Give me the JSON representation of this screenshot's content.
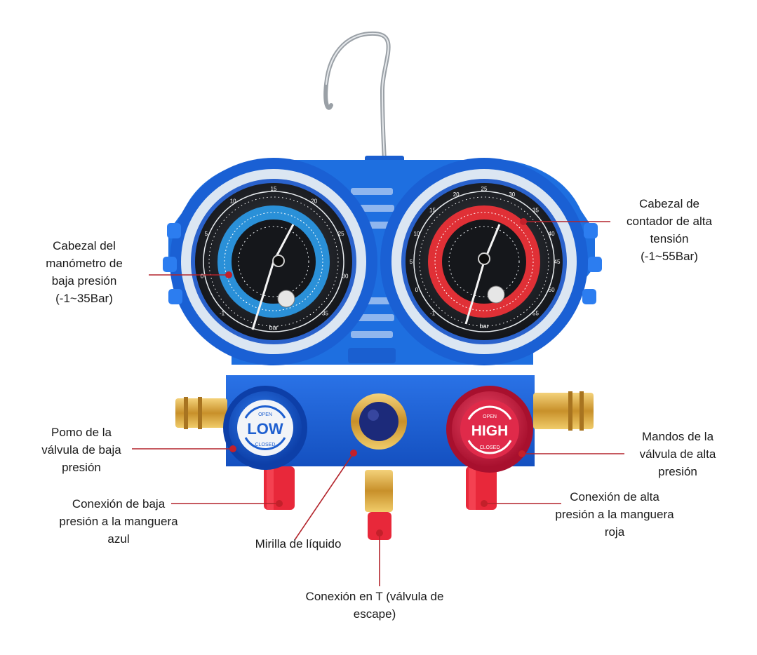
{
  "labels": {
    "low_gauge": [
      "Cabezal del",
      "manómetro de",
      "baja presión",
      "(-1~35Bar)"
    ],
    "high_gauge": [
      "Cabezal de",
      "contador de alta",
      "tensión",
      "(-1~55Bar)"
    ],
    "low_knob": [
      "Pomo de la",
      "válvula de baja",
      "presión"
    ],
    "high_knob": [
      "Mandos de la",
      "válvula de alta",
      "presión"
    ],
    "low_hose": [
      "Conexión de baja",
      "presión a la manguera",
      "azul"
    ],
    "high_hose": [
      "Conexión de alta",
      "presión a la manguera",
      "roja"
    ],
    "sight_glass": [
      "Mirilla de líquido"
    ],
    "tee": [
      "Conexión en T (válvula de",
      "escape)"
    ]
  },
  "knobs": {
    "low": {
      "open": "OPEN",
      "text": "LOW",
      "closed": "CLOSED"
    },
    "high": {
      "open": "OPEN",
      "text": "HIGH",
      "closed": "CLOSED"
    }
  },
  "gauges": {
    "low": {
      "unit": "bar",
      "scale_labels": [
        "-1",
        "0",
        "5",
        "10",
        "15",
        "20",
        "25",
        "30",
        "35"
      ]
    },
    "high": {
      "unit": "bar",
      "scale_labels": [
        "-1",
        "0",
        "5",
        "10",
        "15",
        "20",
        "25",
        "30",
        "35",
        "40",
        "45",
        "50",
        "55"
      ]
    }
  },
  "colors": {
    "body_blue": "#1e6fe0",
    "ring_light": "#dbe6f2",
    "low_dial": "#2a90d8",
    "high_dial": "#e03036",
    "leader_line": "#b3242b",
    "brass": "#d8a53a",
    "red_cap": "#e8283a"
  }
}
